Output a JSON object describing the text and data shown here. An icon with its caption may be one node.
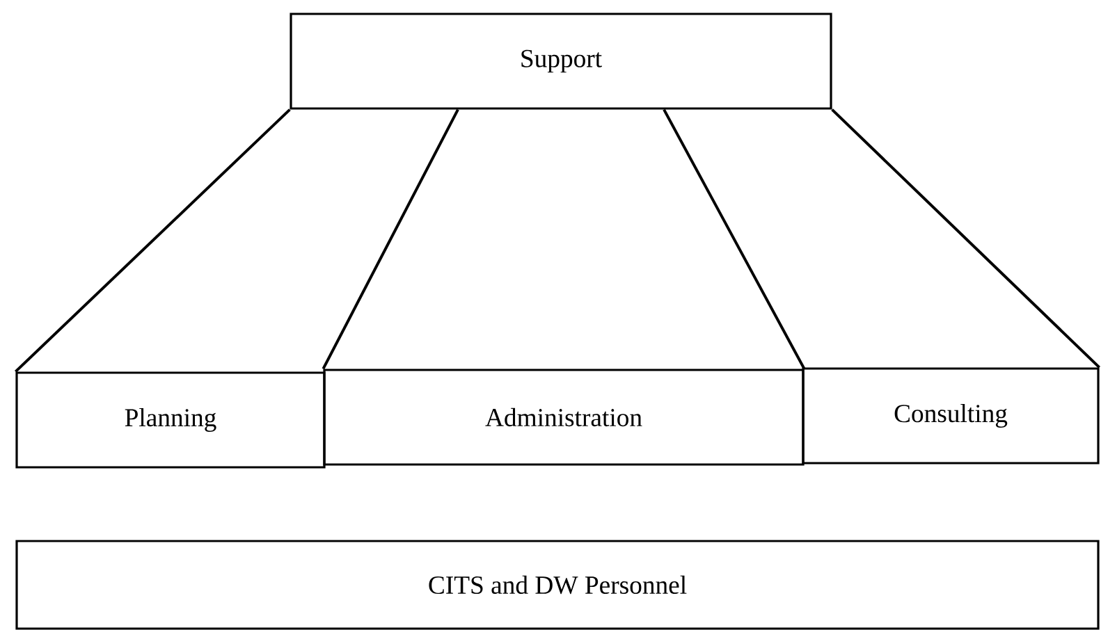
{
  "diagram": {
    "nodes": [
      {
        "text": [
          "Support"
        ]
      },
      {
        "text": [
          "Planning"
        ]
      },
      {
        "text": [
          "Administration"
        ]
      },
      {
        "text": [
          "Consulting"
        ]
      },
      {
        "text": [
          "CITS and DW Personnel"
        ]
      }
    ],
    "edges": [
      {
        "from": 0,
        "to": 1,
        "arrow": "none"
      },
      {
        "from": 0,
        "to": 2,
        "arrow": "none"
      },
      {
        "from": 0,
        "to": 2,
        "arrow": "none"
      },
      {
        "from": 0,
        "to": 3,
        "arrow": "none"
      }
    ]
  }
}
